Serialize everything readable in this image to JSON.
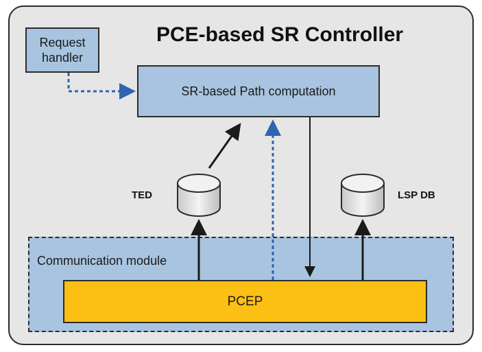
{
  "diagram": {
    "title": "PCE-based SR Controller",
    "request_handler": {
      "line1": "Request",
      "line2": "handler"
    },
    "path_computation": "SR-based Path computation",
    "ted": "TED",
    "lsp_db": "LSP DB",
    "communication_module": "Communication module",
    "pcep": "PCEP"
  }
}
